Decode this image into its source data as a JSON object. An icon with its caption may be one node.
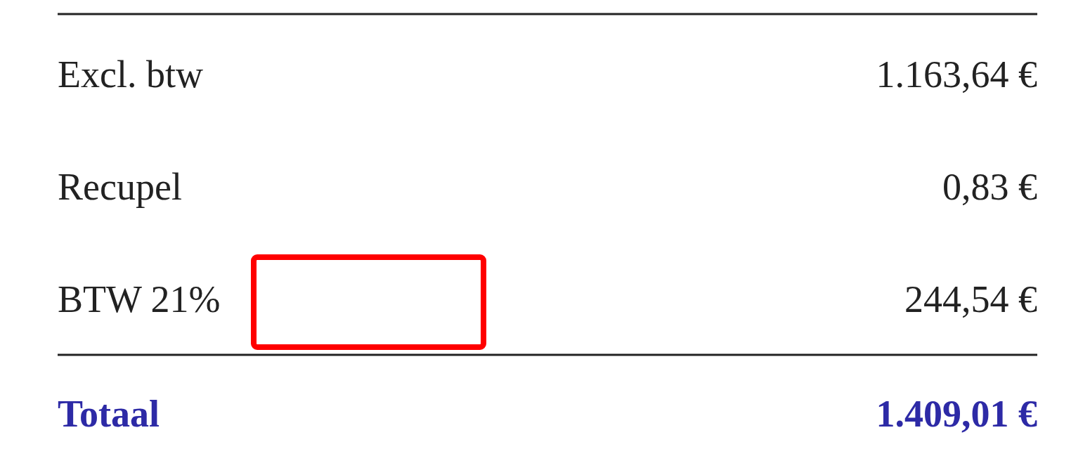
{
  "diagram": {
    "nodes": [
      {
        "text": [],
        "shape": "box"
      }
    ],
    "labels": [
      "Excl. btw",
      "1.163,64 €",
      "Recupel",
      "0,83 €",
      "BTW 21%",
      "244,54 €",
      "Totaal",
      "1.409,01 €"
    ]
  }
}
